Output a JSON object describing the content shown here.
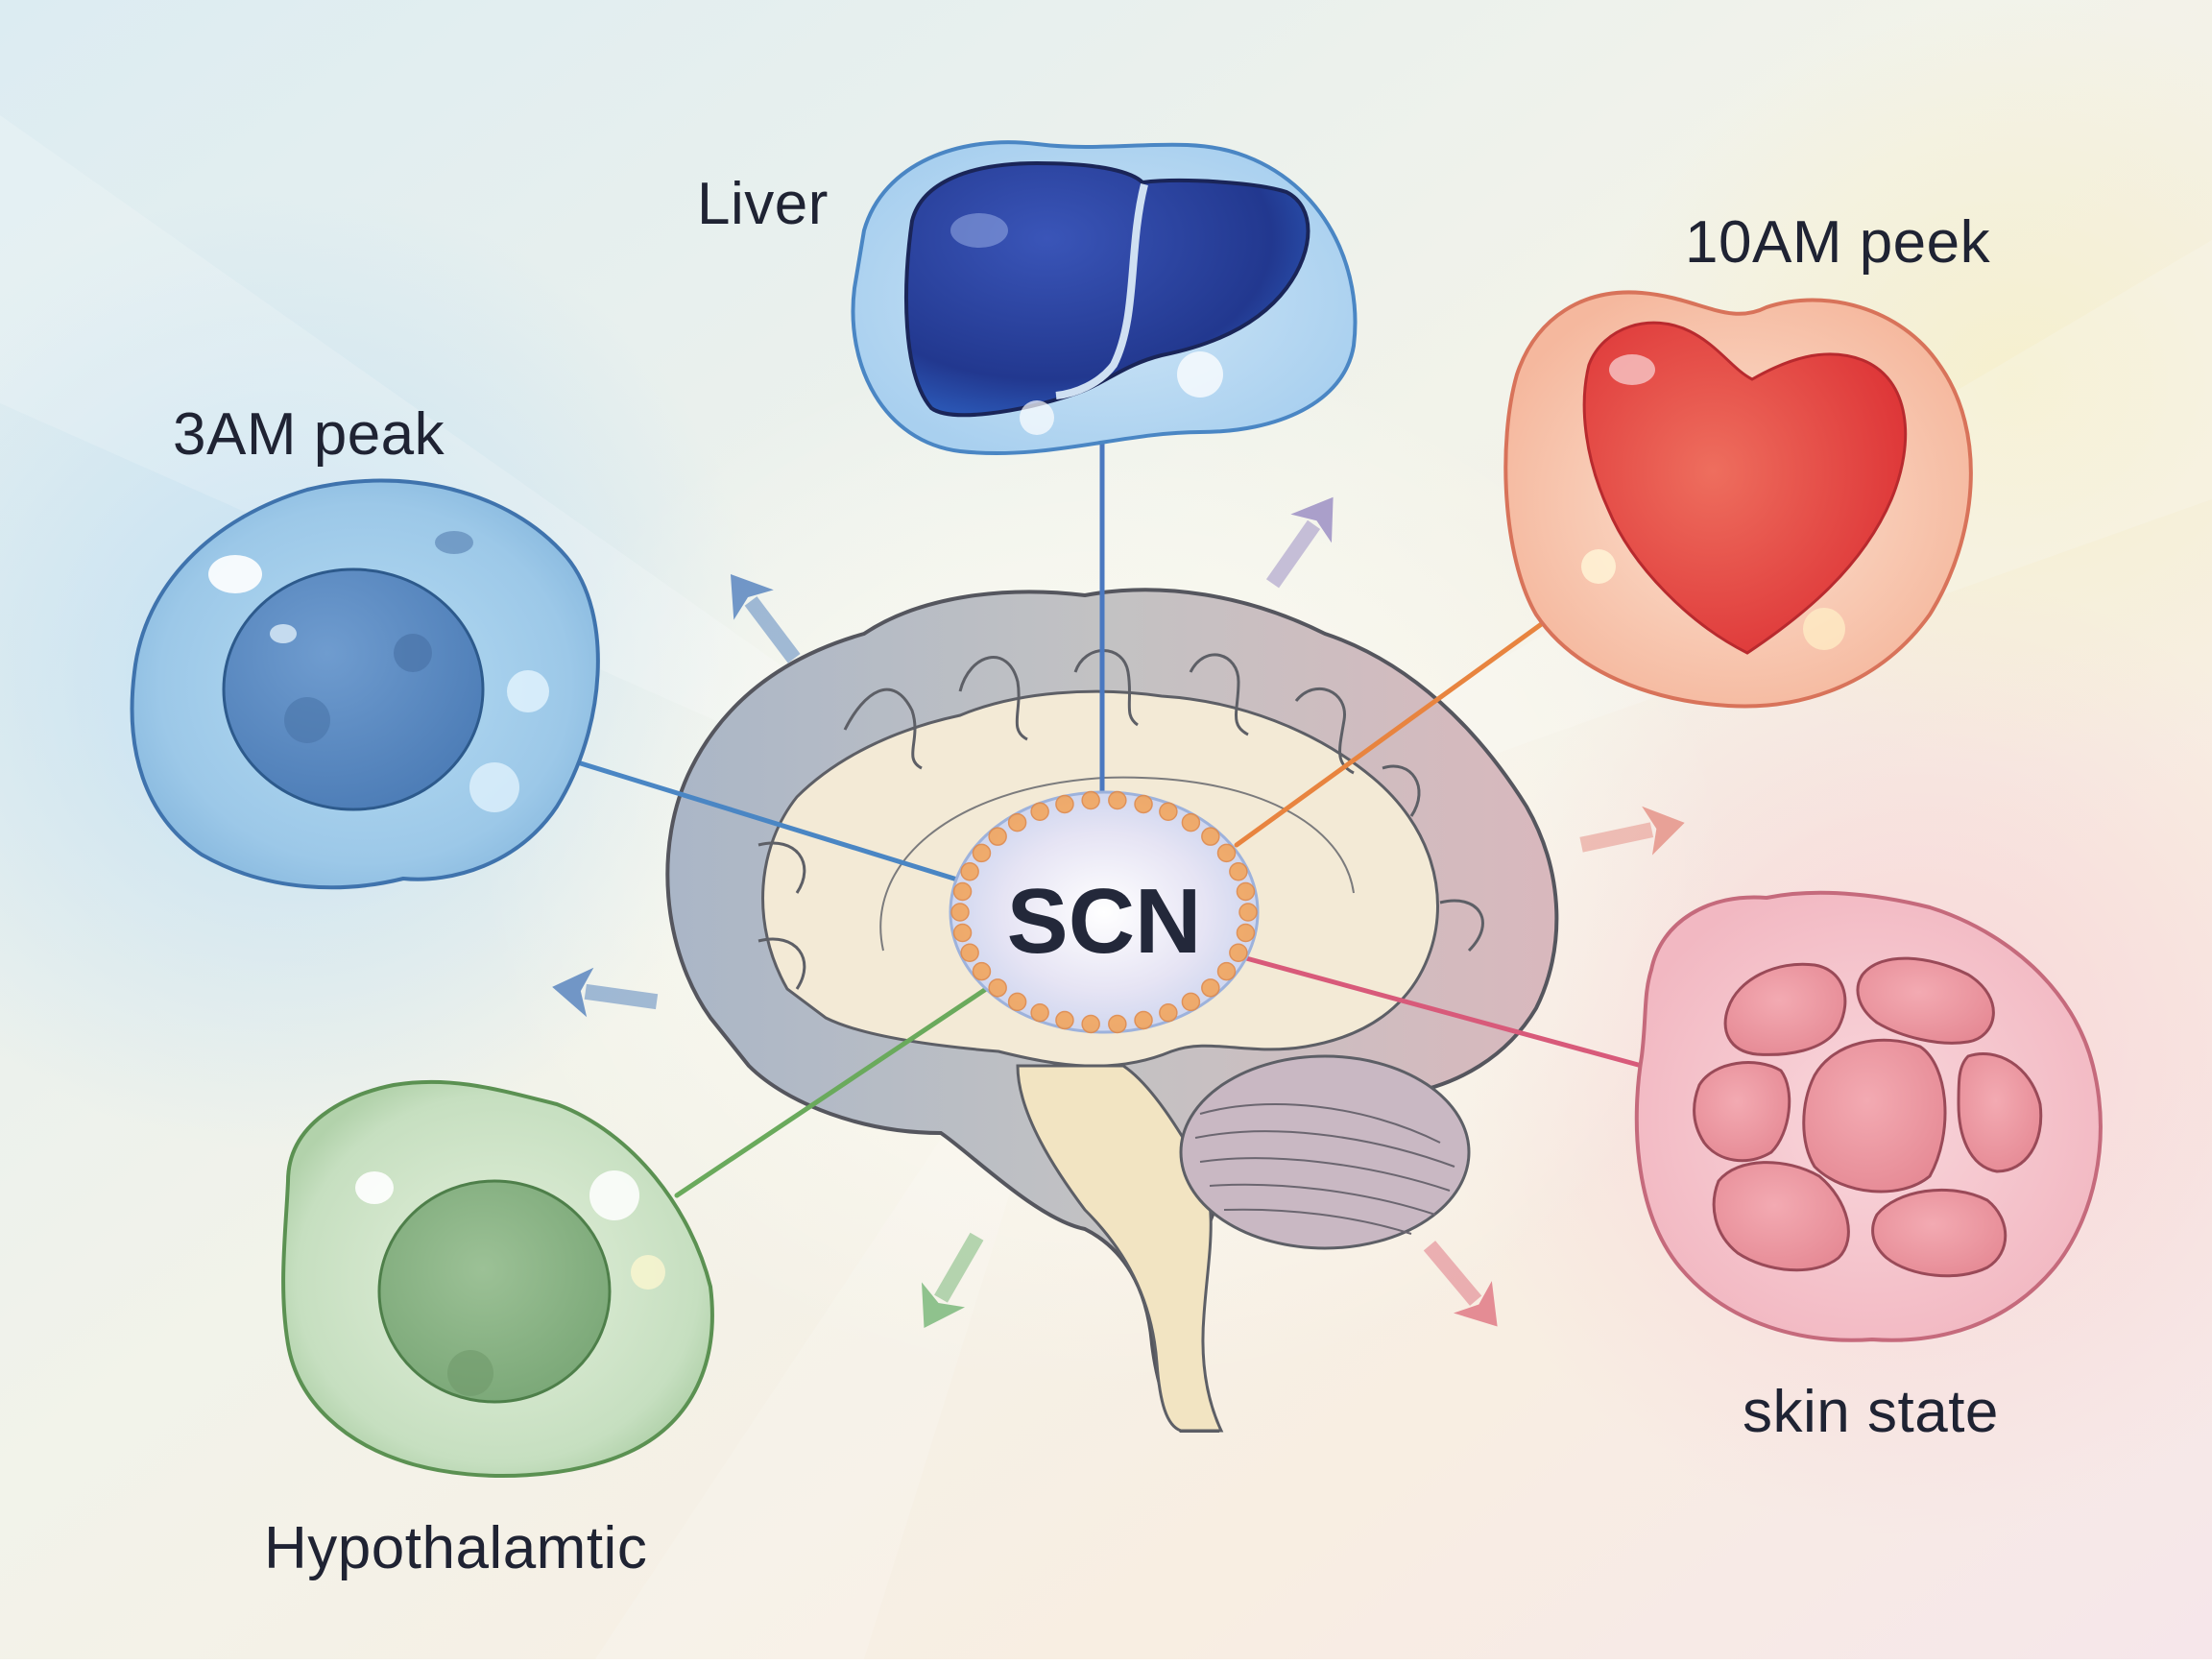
{
  "diagram": {
    "center": {
      "label": "SCN",
      "description": "suprachiasmatic nucleus within sagittal brain"
    },
    "nodes": [
      {
        "id": "liver",
        "label": "Liver",
        "organ_icon": "liver-icon",
        "color": "#2f5fae",
        "line_color": "#4a78c0"
      },
      {
        "id": "heart",
        "label": "10AM peek",
        "organ_icon": "heart-icon",
        "color": "#e2383a",
        "line_color": "#e8843f"
      },
      {
        "id": "blue-cell",
        "label": "3AM peak",
        "organ_icon": "cell-icon",
        "color": "#4a86c4",
        "line_color": "#4a86c4"
      },
      {
        "id": "skin",
        "label": "skin state",
        "organ_icon": "skin-tissue-icon",
        "color": "#e88a96",
        "line_color": "#d85a7a"
      },
      {
        "id": "green-cell",
        "label": "Hypothalamtic",
        "organ_icon": "cell-icon",
        "color": "#7fae78",
        "line_color": "#6aaa5c"
      }
    ],
    "arrows": [
      {
        "direction": "up-left",
        "color": "#5b86c0"
      },
      {
        "direction": "up-right",
        "color": "#9c8fc4"
      },
      {
        "direction": "right",
        "color": "#e5948a"
      },
      {
        "direction": "left",
        "color": "#5b86c0"
      },
      {
        "direction": "down-left",
        "color": "#7cb87c"
      },
      {
        "direction": "down-right",
        "color": "#e07a86"
      }
    ]
  }
}
